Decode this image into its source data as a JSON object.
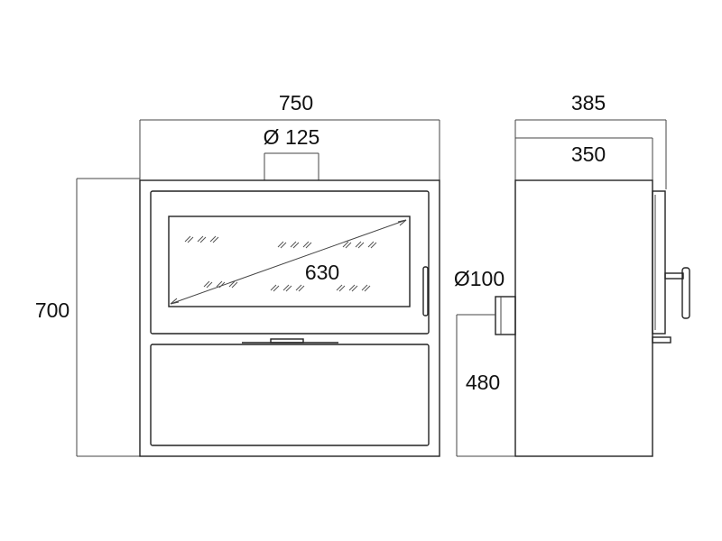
{
  "colors": {
    "line": "#222222",
    "background": "#ffffff"
  },
  "front_view": {
    "width_label": "750",
    "height_label": "700",
    "flue_label": "Ø 125",
    "glass_diagonal_label": "630"
  },
  "side_view": {
    "overall_depth_label": "385",
    "body_depth_label": "350",
    "rear_flue_label": "Ø100",
    "rear_flue_height_label": "480"
  }
}
